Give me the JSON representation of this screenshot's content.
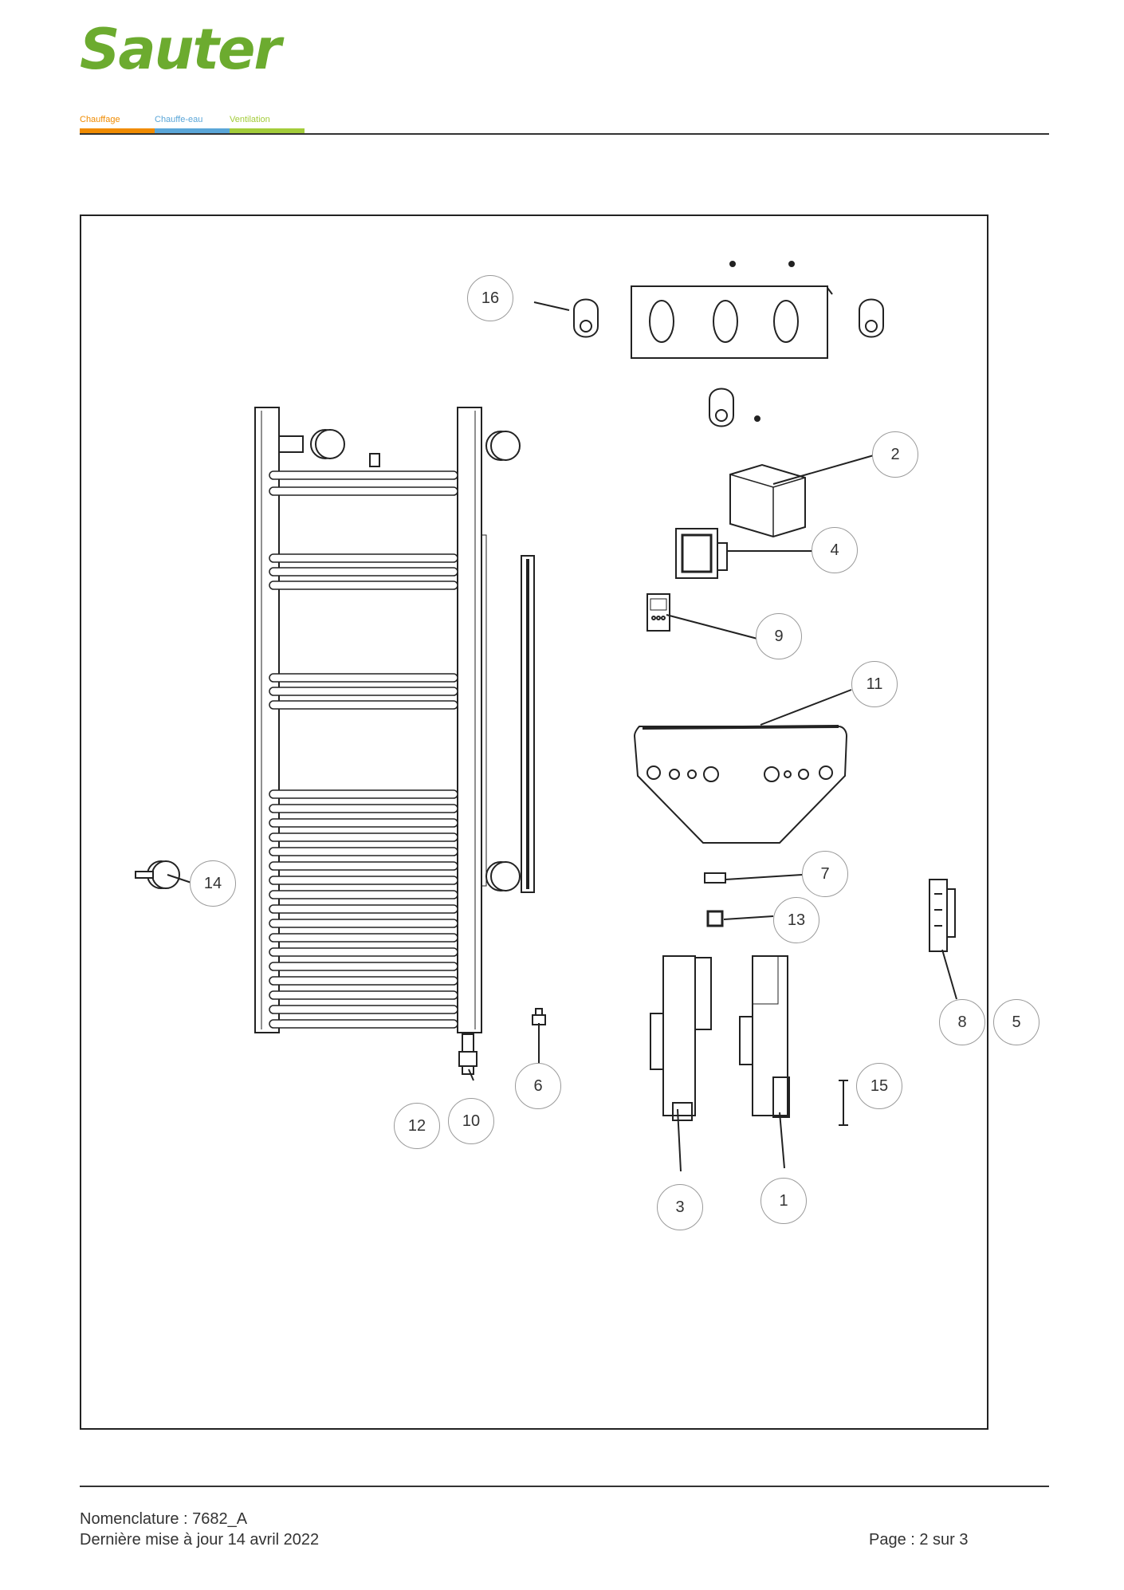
{
  "header": {
    "logo_text": "Sauter",
    "brand_color": "#6cab2f",
    "tabs": [
      {
        "label": "Chauffage",
        "color": "#f08b00"
      },
      {
        "label": "Chauffe-eau",
        "color": "#5aa6d8"
      },
      {
        "label": "Ventilation",
        "color": "#a3cc3a"
      }
    ]
  },
  "diagram": {
    "callouts": [
      "1",
      "2",
      "3",
      "4",
      "5",
      "6",
      "7",
      "8",
      "9",
      "10",
      "11",
      "12",
      "13",
      "14",
      "15",
      "16"
    ]
  },
  "footer": {
    "nomenclature": "Nomenclature : 7682_A",
    "updated": "Dernière mise à jour 14 avril 2022",
    "page": "Page : 2 sur 3"
  }
}
